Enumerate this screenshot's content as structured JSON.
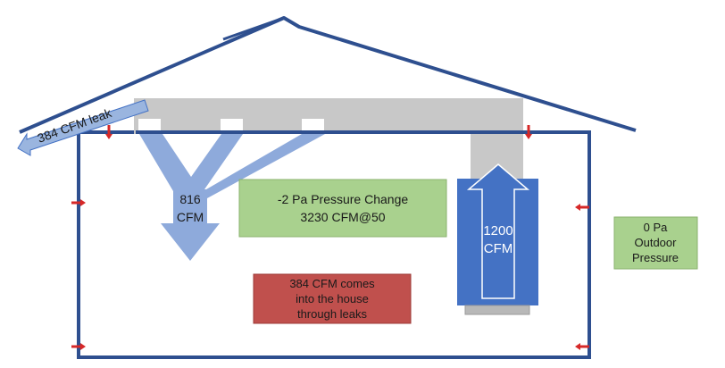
{
  "colors": {
    "house_outline": "#2e4f8f",
    "duct_gray": "#c8c8c8",
    "flow_blue": "#8eaadb",
    "unit_blue": "#4472c4",
    "green_box": "#a9d18e",
    "green_border": "#8ab26e",
    "red_box": "#c0504d",
    "red_border": "#9c3b38",
    "leak_arrow_red": "#d62828",
    "filter_gray": "#b8b8b8"
  },
  "labels": {
    "attic_leak": "384 CFM leak",
    "supply_flow_line1": "816",
    "supply_flow_line2": "CFM",
    "air_handler_line1": "1200",
    "air_handler_line2": "CFM",
    "house_pressure_line1": "-2 Pa Pressure Change",
    "house_pressure_line2": "3230 CFM@50",
    "infiltration_line1": "384 CFM comes",
    "infiltration_line2": "into the house",
    "infiltration_line3": "through leaks",
    "outdoor_line1": "0 Pa",
    "outdoor_line2": "Outdoor",
    "outdoor_line3": "Pressure"
  },
  "leak_arrow_icon": "small-red-arrow-icon"
}
